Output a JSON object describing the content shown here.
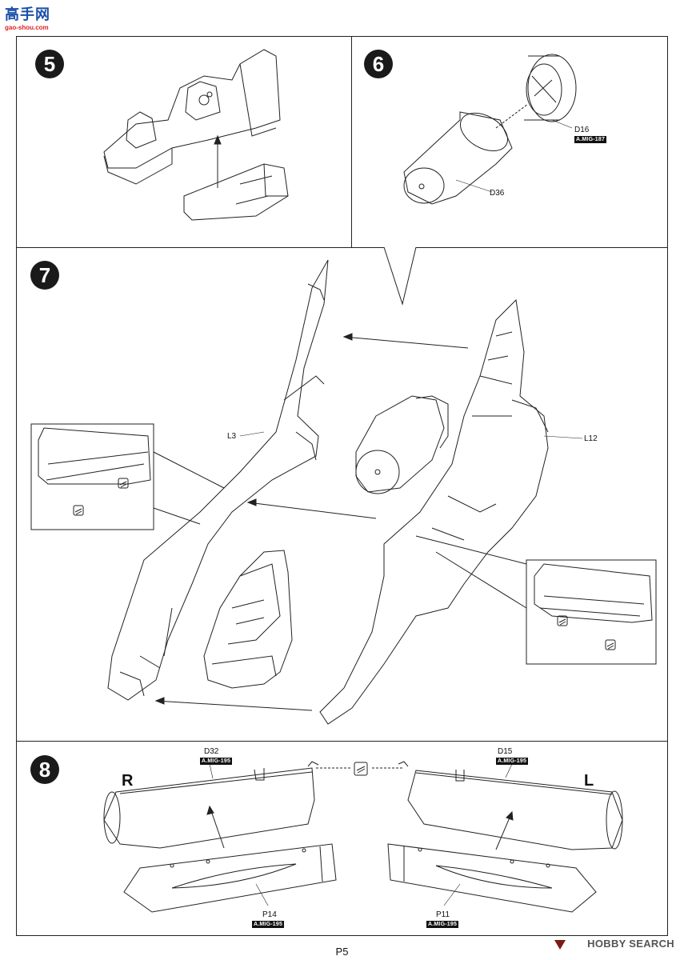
{
  "watermark": {
    "chinese": "高手网",
    "url": "gao-shou.com"
  },
  "steps": {
    "s5": "5",
    "s6": "6",
    "s7": "7",
    "s8": "8"
  },
  "parts": {
    "d16": "D16",
    "d16_tag": "A.MIG-187",
    "d36": "D36",
    "l3": "L3",
    "l12": "L12",
    "d32": "D32",
    "d32_tag": "A.MIG-195",
    "d15": "D15",
    "d15_tag": "A.MIG-195",
    "p14": "P14",
    "p14_tag": "A.MIG-195",
    "p11": "P11",
    "p11_tag": "A.MIG-195"
  },
  "sides": {
    "right": "R",
    "left": "L"
  },
  "footer": {
    "page": "P5",
    "brand": "HOBBY SEARCH"
  }
}
